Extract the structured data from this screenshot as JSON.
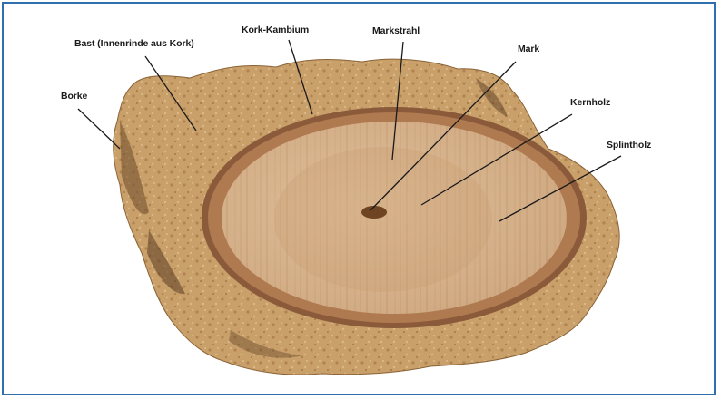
{
  "labels": {
    "borke": "Borke",
    "bast": "Bast (Innenrinde aus Kork)",
    "kork_kambium": "Kork-Kambium",
    "markstrahl": "Markstrahl",
    "mark": "Mark",
    "kernholz": "Kernholz",
    "splintholz": "Splintholz"
  },
  "colors": {
    "frame": "#2f6fae",
    "bark": "#c9a06a",
    "cambium_ring": "#8a5a3a",
    "heartwood": "#d9b690",
    "sapwood": "#e2c39e",
    "leader": "#1a1a1a"
  }
}
